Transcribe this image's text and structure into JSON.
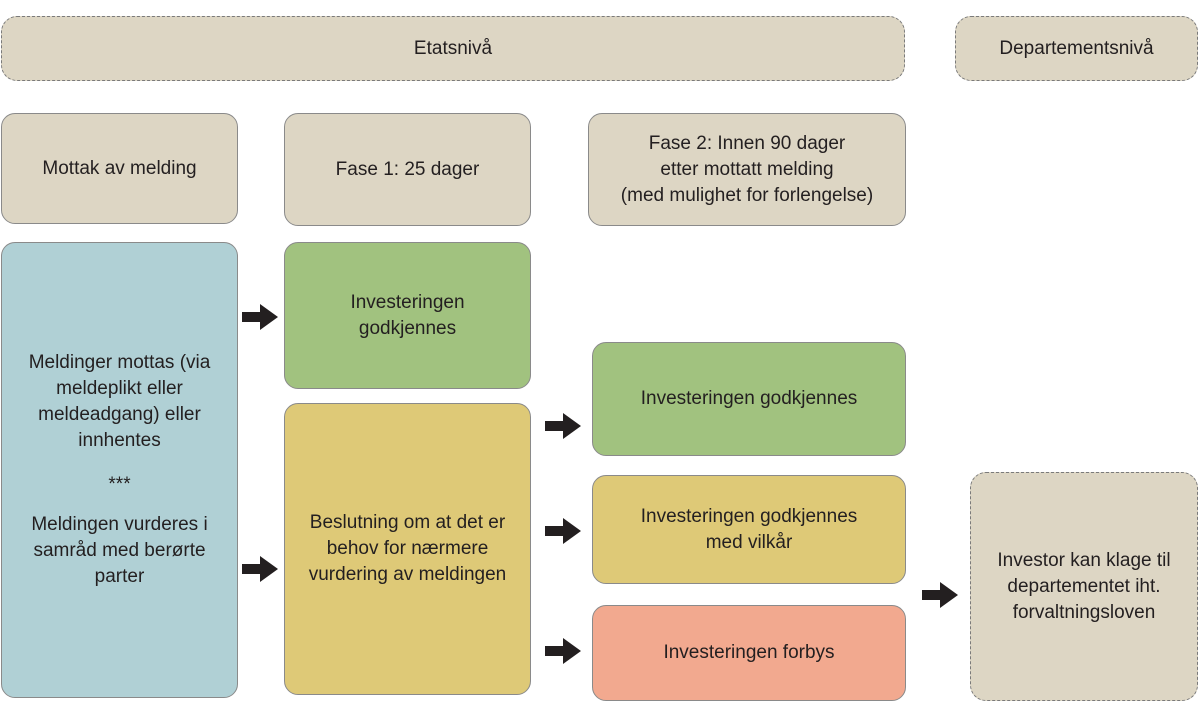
{
  "levels": {
    "etatsniva": "Etatsnivå",
    "departementsniva": "Departementsnivå"
  },
  "headers": {
    "mottak": "Mottak av melding",
    "fase1": "Fase 1: 25 dager",
    "fase2": "Fase 2: Innen 90 dager\netter mottatt melding\n(med mulighet for forlengelse)"
  },
  "steps": {
    "melding_mottas": "Meldinger mottas (via\nmeldeplikt eller\nmeldeadgang) eller\ninnhentes",
    "separator": "***",
    "melding_vurderes": "Meldingen vurderes i\nsamråd med berørte\nparter",
    "fase1_godkjennes": "Investeringen\ngodkjennes",
    "beslutning": "Beslutning om at det er\nbehov for nærmere\nvurdering av meldingen",
    "fase2_godkjennes": "Investeringen godkjennes",
    "godkjennes_vilkar": "Investeringen godkjennes\nmed vilkår",
    "forbys": "Investeringen forbys",
    "klage": "Investor kan klage til\ndepartementet iht.\nforvaltningsloven"
  },
  "colors": {
    "beige": "#ddd6c4",
    "blue": "#b0d0d5",
    "green": "#a1c27f",
    "yellow": "#dec977",
    "red": "#f2a98f",
    "arrow": "#231f20"
  }
}
